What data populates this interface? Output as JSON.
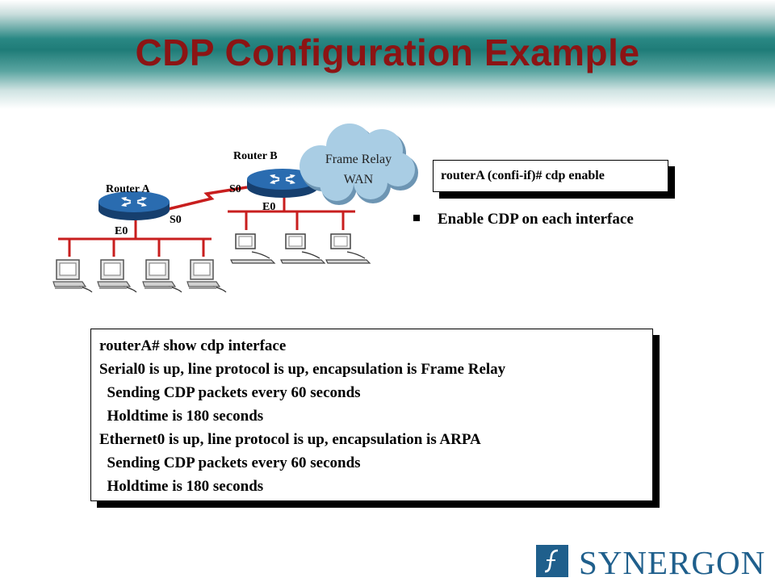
{
  "slide": {
    "title": "CDP Configuration Example"
  },
  "diagram": {
    "router_a": "Router A",
    "router_b": "Router B",
    "cloud_line1": "Frame Relay",
    "cloud_line2": "WAN",
    "router_a_serial": "S0",
    "router_a_ethernet": "E0",
    "router_b_serial": "S0",
    "router_b_ethernet": "E0"
  },
  "config_box": {
    "command": "routerA (confi-if)# cdp enable"
  },
  "bullet": {
    "text": "Enable CDP on each interface"
  },
  "output_box": {
    "lines": [
      "routerA# show cdp interface",
      "Serial0 is up, line protocol is up, encapsulation is Frame Relay",
      "  Sending CDP packets every 60 seconds",
      "  Holdtime is 180 seconds",
      "Ethernet0 is up, line protocol is up, encapsulation is ARPA",
      "  Sending CDP packets every 60 seconds",
      "  Holdtime is 180 seconds"
    ]
  },
  "logo": {
    "text": "SYNERGON"
  },
  "colors": {
    "title": "#8c1414",
    "header_teal": "#1f7c78",
    "router": "#1f5fa0",
    "serial_link": "#c81e1e",
    "cloud": "#a9cde4",
    "logo": "#1f5f8c"
  }
}
